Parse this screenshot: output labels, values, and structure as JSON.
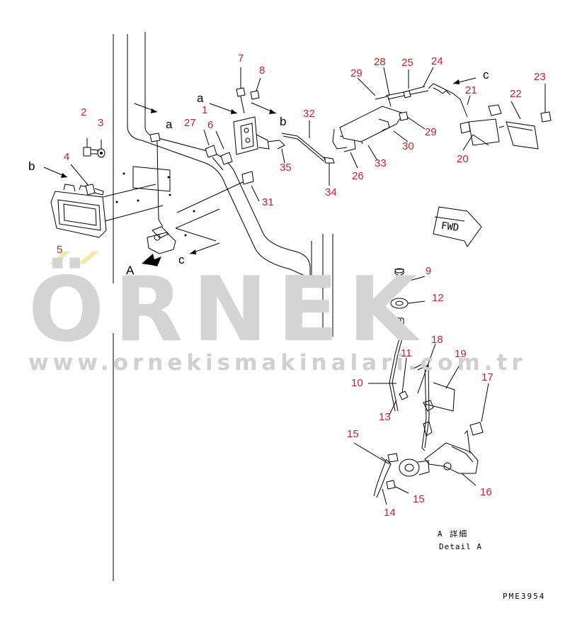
{
  "part_numbers": {
    "p1": "1",
    "p2": "2",
    "p3": "3",
    "p4": "4",
    "p5": "5",
    "p6": "6",
    "p7": "7",
    "p8": "8",
    "p9": "9",
    "p10": "10",
    "p11": "11",
    "p12": "12",
    "p13": "13",
    "p14": "14",
    "p15a": "15",
    "p15b": "15",
    "p16": "16",
    "p17": "17",
    "p18": "18",
    "p19": "19",
    "p20": "20",
    "p21": "21",
    "p22": "22",
    "p23": "23",
    "p24": "24",
    "p25": "25",
    "p26": "26",
    "p27": "27",
    "p28": "28",
    "p29a": "29",
    "p29b": "29",
    "p30": "30",
    "p31": "31",
    "p32": "32",
    "p33": "33",
    "p34": "34",
    "p35": "35"
  },
  "ref_letters": {
    "a1": "a",
    "a2": "a",
    "b1": "b",
    "b2": "b",
    "c1": "c",
    "c2": "c",
    "A": "A"
  },
  "fwd_badge": "FWD",
  "detail_caption": {
    "jp": "A 詳細",
    "en": "Detail A"
  },
  "drawing_code": "PME3954",
  "watermark": {
    "brand": "ÖRNEK",
    "url": "www.ornekismakinalari.com.tr"
  },
  "colors": {
    "callout": "#c8202a",
    "line": "#000000",
    "watermark": "#d4d4d4",
    "watermark_accent": "#f6e7a8"
  }
}
